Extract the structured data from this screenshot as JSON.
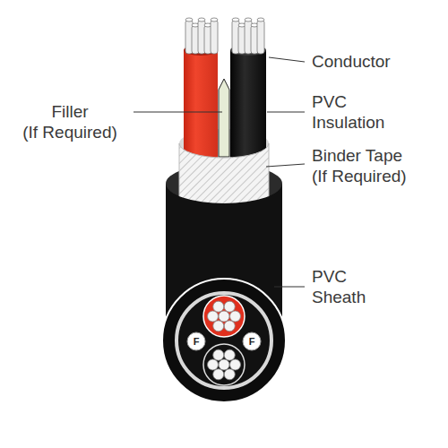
{
  "diagram": {
    "labels": [
      "Conductor",
      "Filler (If Required)",
      "PVC Insulation",
      "Binder Tape (If Required)",
      "PVC Sheath",
      "F",
      "F"
    ]
  }
}
